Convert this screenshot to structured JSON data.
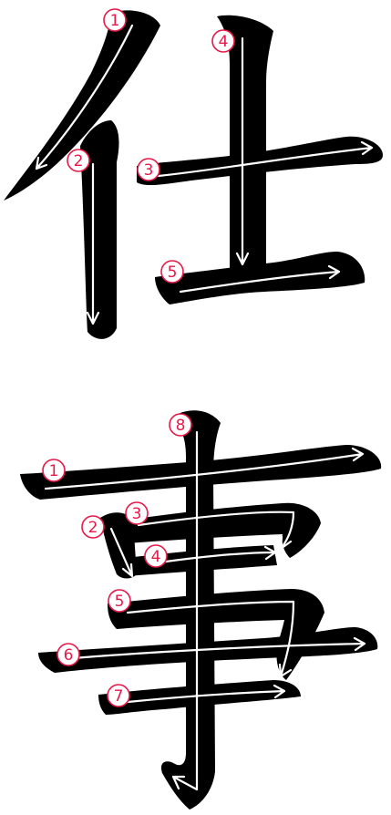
{
  "characters": [
    {
      "char": "仕",
      "strokes": [
        {
          "num": "1",
          "label": "①"
        },
        {
          "num": "2",
          "label": "②"
        },
        {
          "num": "3",
          "label": "③"
        },
        {
          "num": "4",
          "label": "④"
        },
        {
          "num": "5",
          "label": "⑤"
        }
      ]
    },
    {
      "char": "事",
      "strokes": [
        {
          "num": "1",
          "label": "①"
        },
        {
          "num": "2",
          "label": "②"
        },
        {
          "num": "3",
          "label": "③"
        },
        {
          "num": "4",
          "label": "④"
        },
        {
          "num": "5",
          "label": "⑤"
        },
        {
          "num": "6",
          "label": "⑥"
        },
        {
          "num": "7",
          "label": "⑦"
        },
        {
          "num": "8",
          "label": "⑧"
        }
      ]
    }
  ],
  "colors": {
    "glyph": "#000000",
    "arrow": "#ffffff",
    "number": "#e8194a",
    "background": "#ffffff"
  }
}
